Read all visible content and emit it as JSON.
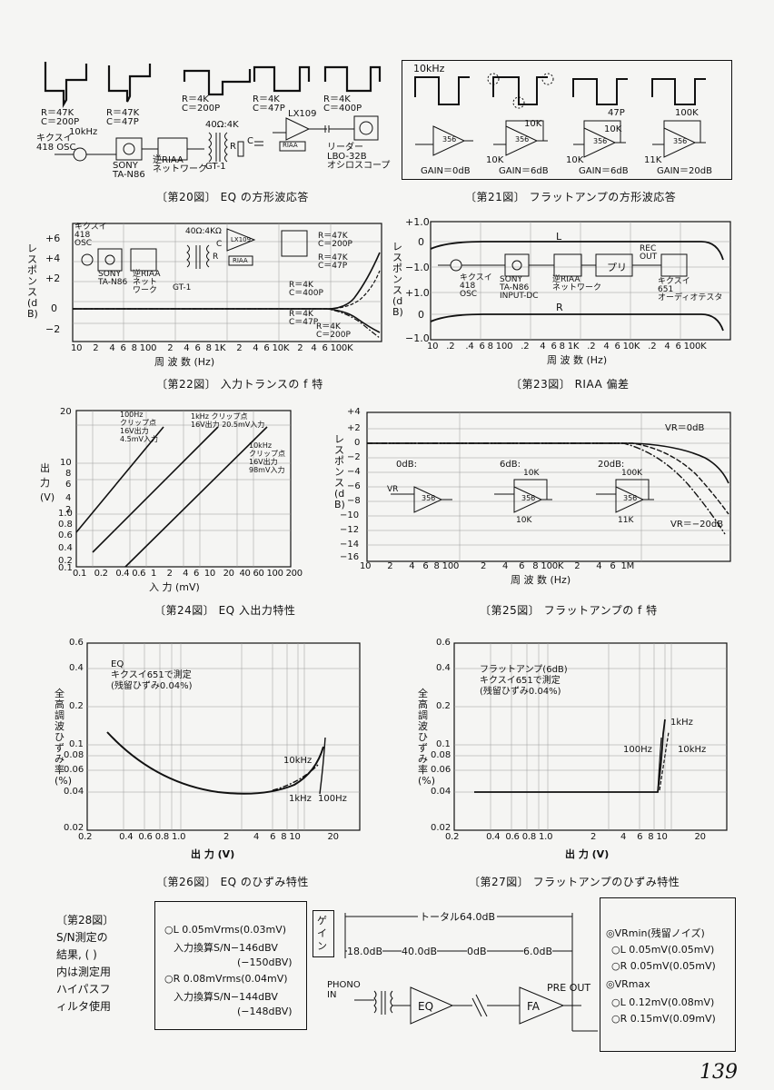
{
  "page_number": "139",
  "fig20": {
    "caption": "〔第20図〕 EQ の方形波応答",
    "conditions": [
      "R＝47K\nC＝200P",
      "R＝47K\nC＝47P",
      "R＝4K\nC＝200P",
      "R＝4K\nC＝47P",
      "R＝4K\nC＝400P"
    ],
    "labels": {
      "osc_freq": "10kHz",
      "osc": "キクスイ\n418 OSC",
      "amp": "SONY\nTA-N86",
      "riaa": "逆RIAA\nネットワーク",
      "gt": "GT-1",
      "trans": "40Ω:4K",
      "lx": "LX109",
      "riaa_small": "RIAA",
      "scope": "リーダー\nLBO-32B\nオシロスコープ",
      "r": "R",
      "c": "C"
    }
  },
  "fig21": {
    "caption": "〔第21図〕 フラットアンプの方形波応答",
    "freq": "10kHz",
    "stages": [
      {
        "gain": "GAIN＝0dB",
        "ic": "356",
        "rf": "",
        "rg": "",
        "cf": ""
      },
      {
        "gain": "GAIN＝6dB",
        "ic": "356",
        "rf": "10K",
        "rg": "10K",
        "cf": ""
      },
      {
        "gain": "GAIN＝6dB",
        "ic": "356",
        "rf": "10K",
        "rg": "10K",
        "cf": "47P"
      },
      {
        "gain": "GAIN＝20dB",
        "ic": "356",
        "rf": "100K",
        "rg": "11K",
        "cf": ""
      }
    ]
  },
  "fig22": {
    "caption": "〔第22図〕 入力トランスの f 特",
    "ylabel": "レスポンス (dB)",
    "xlabel": "周 波 数 (Hz)",
    "yticks": [
      "+6",
      "+4",
      "+2",
      "0",
      "−2"
    ],
    "xticks": [
      "10",
      "2",
      "4",
      "6",
      "8",
      "100",
      "2",
      "4",
      "6",
      "8",
      "1K",
      "2",
      "4",
      "6",
      "10K",
      "2",
      "4",
      "6",
      "100K"
    ],
    "labels": {
      "osc": "キクスイ\n418\nOSC",
      "amp": "SONY\nTA-N86",
      "riaa": "逆RIAA\nネット\nワーク",
      "gt": "GT-1",
      "trans": "40Ω:4KΩ",
      "lx": "LX109",
      "riaa_small": "RIAA",
      "r": "R",
      "c": "C"
    },
    "curve_labels": [
      "R＝47K\nC＝200P",
      "R＝47K\nC＝47P",
      "R＝4K\nC＝400P",
      "R＝4K\nC＝47P",
      "R＝4K\nC＝200P"
    ]
  },
  "fig23": {
    "caption": "〔第23図〕 RIAA 偏差",
    "ylabel": "レスポンス (dB)",
    "xlabel": "周 波 数 (Hz)",
    "yticks": [
      "+1.0",
      "0",
      "−1.0",
      "+1.0",
      "0",
      "−1.0"
    ],
    "xticks": [
      "10",
      ".2",
      ".4",
      "6",
      "8",
      "100",
      ".2",
      "4",
      "6",
      "8",
      "1K",
      ".2",
      "4",
      "6",
      "10K",
      ".2",
      "4",
      "6",
      "100K"
    ],
    "channels": [
      "L",
      "R"
    ],
    "labels": {
      "osc": "キクスイ\n418\nOSC",
      "amp": "SONY\nTA-N86\nINPUT-DC",
      "riaa": "逆RIAA\nネットワーク",
      "pre": "プリ",
      "rec": "REC\nOUT",
      "tester": "キクスイ\n651\nオーディオテスタ"
    }
  },
  "fig24": {
    "caption": "〔第24図〕 EQ 入出力特性",
    "ylabel": "出 力 (V)",
    "xlabel": "入 力 (mV)",
    "yticks": [
      "20",
      "10",
      "8",
      "6",
      "4",
      "2",
      "1.0",
      "0.8",
      "0.6",
      "0.4",
      "0.2",
      "0.1"
    ],
    "xticks": [
      "0.1",
      "0.2",
      "0.4",
      "0.6",
      "1",
      "2",
      "4",
      "6",
      "10",
      "20",
      "40",
      "60",
      "100",
      "200"
    ],
    "notes": [
      "100Hz\nクリップ点\n16V出力\n4.5mV入力",
      "1kHz クリップ点\n16V出力 20.5mV入力",
      "10kHz\nクリップ点\n16V出力\n98mV入力"
    ]
  },
  "fig25": {
    "caption": "〔第25図〕 フラットアンプの f 特",
    "ylabel": "レスポンス (dB)",
    "xlabel": "周 波 数 (Hz)",
    "yticks": [
      "+4",
      "+2",
      "0",
      "−2",
      "−4",
      "−6",
      "−8",
      "−10",
      "−12",
      "−14",
      "−16"
    ],
    "xticks": [
      "10",
      "2",
      "4",
      "6",
      "8",
      "100",
      "2",
      "4",
      "6",
      "8",
      "100K",
      "2",
      "4",
      "6",
      "1M"
    ],
    "legend": [
      "0dB:",
      "6dB:",
      "20dB:"
    ],
    "labels": {
      "vr0": "VR＝0dB",
      "vr20": "VR＝−20dB",
      "vr": "VR",
      "ic": "356",
      "r10k": "10K",
      "r100k": "100K",
      "r11k": "11K"
    }
  },
  "fig26": {
    "caption": "〔第26図〕 EQ のひずみ特性",
    "ylabel": "全高調波ひずみ率 (%)",
    "xlabel": "出 力 (V)",
    "yticks": [
      "0.6",
      "0.4",
      "0.2",
      "0.1",
      "0.08",
      "0.06",
      "0.04",
      "0.02"
    ],
    "xticks": [
      "0.2",
      "0.4",
      "0.6",
      "0.8",
      "1.0",
      "2",
      "4",
      "6",
      "8",
      "10",
      "20"
    ],
    "note": "EQ\nキクスイ651で測定\n(残留ひずみ0.04%)",
    "curve_labels": [
      "10kHz",
      "1kHz",
      "100Hz"
    ]
  },
  "fig27": {
    "caption": "〔第27図〕 フラットアンプのひずみ特性",
    "ylabel": "全高調波ひずみ率 (%)",
    "xlabel": "出 力 (V)",
    "yticks": [
      "0.6",
      "0.4",
      "0.2",
      "0.1",
      "0.08",
      "0.06",
      "0.04",
      "0.02"
    ],
    "xticks": [
      "0.2",
      "0.4",
      "0.6",
      "0.8",
      "1.0",
      "2",
      "4",
      "6",
      "8",
      "10",
      "20"
    ],
    "note": "フラットアンプ(6dB)\nキクスイ651で測定\n(残留ひずみ0.04%)",
    "curve_labels": [
      "1kHz",
      "100Hz",
      "10kHz"
    ]
  },
  "fig28": {
    "caption": "〔第28図〕\nS/N測定の\n結果, ( )\n内は測定用\nハイパスフ\nィルタ使用",
    "left_box": [
      "○L 0.05mVrms(0.03mV)",
      "入力換算S/N−146dBV",
      "(−150dBV)",
      "○R 0.08mVrms(0.04mV)",
      "入力換算S/N−144dBV",
      "(−148dBV)"
    ],
    "gain_label": "ゲイン",
    "total": "トータル64.0dB",
    "stage_gains": [
      "18.0dB",
      "40.0dB",
      "0dB",
      "6.0dB"
    ],
    "blocks": {
      "phono": "PHONO\nIN",
      "eq": "EQ",
      "fa": "FA",
      "out": "PRE OUT"
    },
    "right_box": [
      "◎VRmin(残留ノイズ)",
      "○L 0.05mV(0.05mV)",
      "○R 0.05mV(0.05mV)",
      "◎VRmax",
      "○L 0.12mV(0.08mV)",
      "○R 0.15mV(0.09mV)"
    ]
  }
}
